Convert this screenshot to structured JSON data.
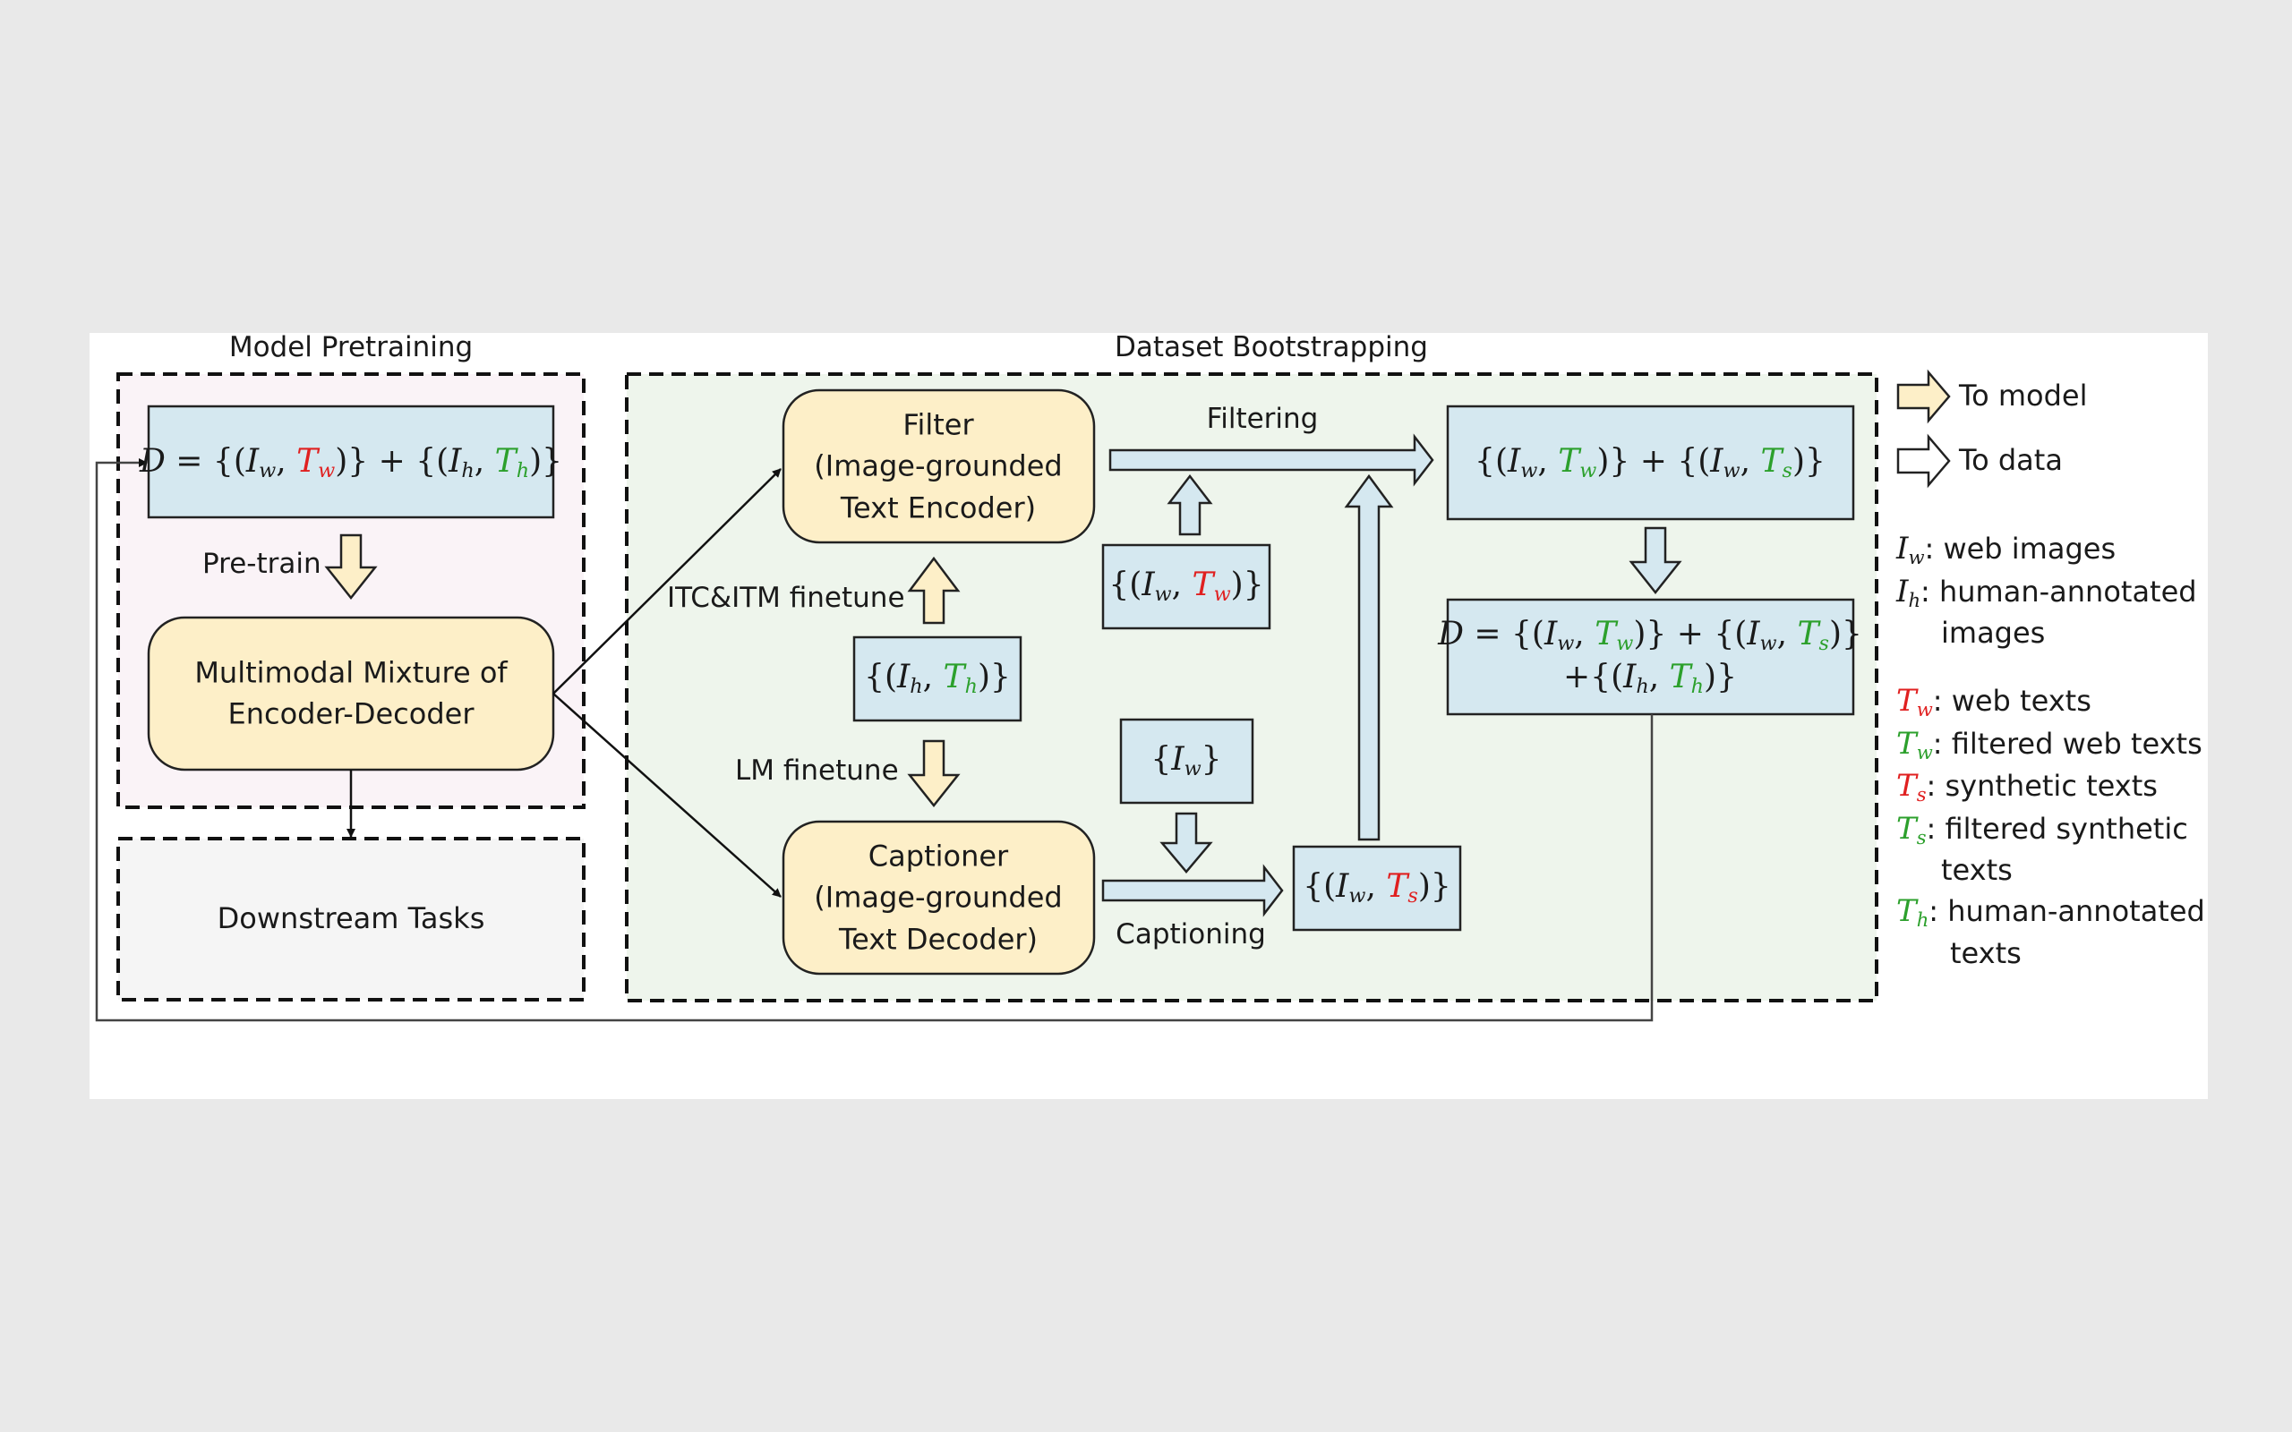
{
  "sections": {
    "pretraining": "Model Pretraining",
    "bootstrapping": "Dataset Bootstrapping"
  },
  "boxes": {
    "model": [
      "Multimodal Mixture of",
      "Encoder-Decoder"
    ],
    "downstream": "Downstream Tasks",
    "filter": [
      "Filter",
      "(Image-grounded",
      "Text Encoder)"
    ],
    "captioner": [
      "Captioner",
      "(Image-grounded",
      "Text Decoder)"
    ]
  },
  "edges": {
    "pretrain": "Pre-train",
    "itc_itm": "ITC&ITM finetune",
    "lm": "LM finetune",
    "filtering": "Filtering",
    "captioning": "Captioning"
  },
  "legend": {
    "to_model": "To model",
    "to_data": "To data",
    "iw": ": web images",
    "ih_line1": ": human-annotated",
    "ih_line2": "images",
    "tw": ": web texts",
    "tw_filtered": ": filtered web texts",
    "ts": ": synthetic texts",
    "ts_filtered_line1": ": filtered synthetic",
    "ts_filtered_line2": "texts",
    "th_line1": ": human-annotated",
    "th_line2": "texts"
  },
  "colors": {
    "data_box": "#d5e8f0",
    "model_box": "#fdefc8",
    "web_text": "#e02020",
    "filtered_text": "#2ca02c",
    "pretraining_bg": "#faf3f7",
    "bootstrapping_bg": "#eef5ec"
  }
}
